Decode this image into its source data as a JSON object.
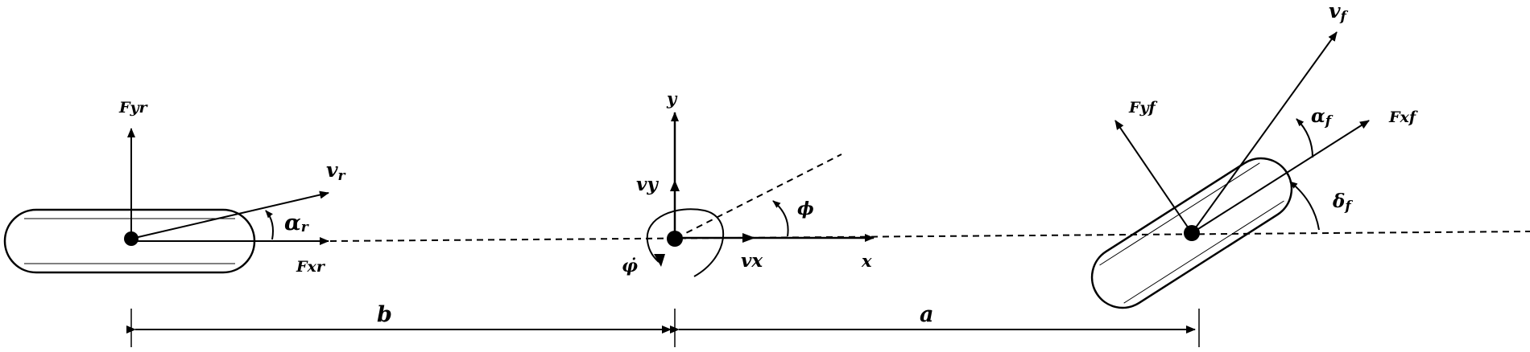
{
  "labels": {
    "rear_wheel": {
      "lateral_force": "Fyr",
      "longitudinal_force": "Fxr",
      "velocity": "v",
      "velocity_sub": "r",
      "slip_angle": "α",
      "slip_angle_sub": "r"
    },
    "cog": {
      "y_axis": "y",
      "x_axis": "x",
      "vy": "vy",
      "vx": "vx",
      "heading_angle": "ϕ",
      "yaw_rate": "φ̇"
    },
    "front_wheel": {
      "lateral_force": "Fyf",
      "longitudinal_force": "Fxf",
      "velocity": "v",
      "velocity_sub": "f",
      "slip_angle": "α",
      "slip_angle_sub": "f",
      "steer_angle": "δ",
      "steer_angle_sub": "f"
    },
    "dimensions": {
      "rear_distance": "b",
      "front_distance": "a"
    }
  }
}
